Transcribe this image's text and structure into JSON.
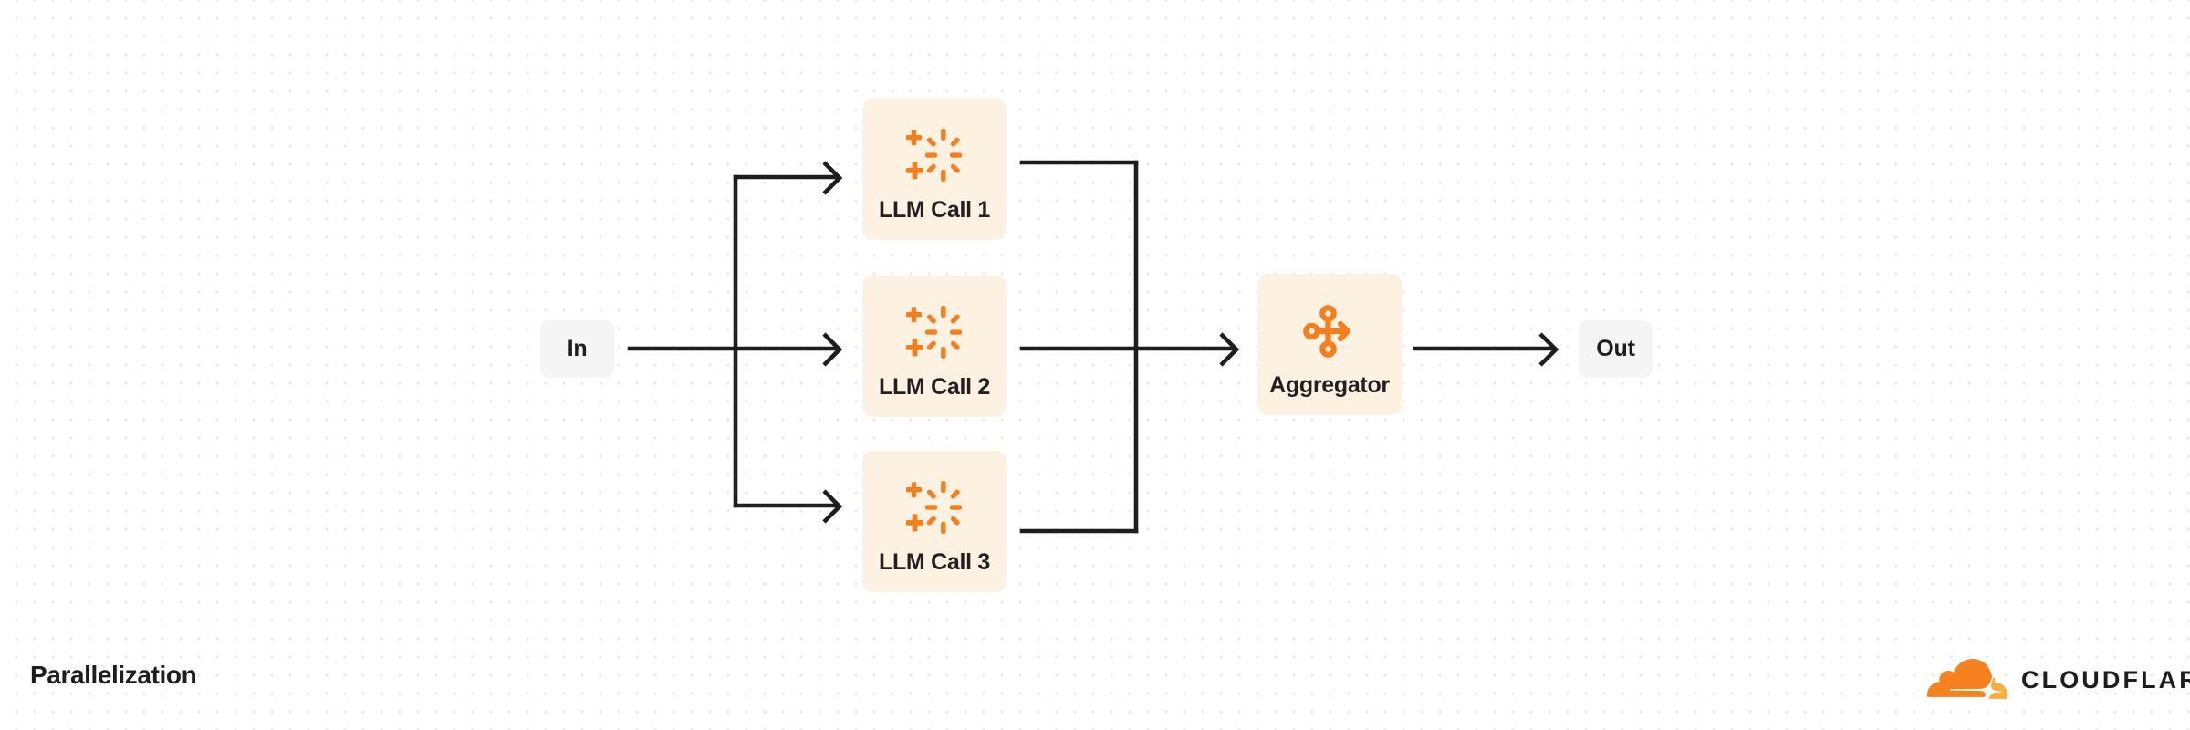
{
  "diagram": {
    "title": "Parallelization",
    "background": "#ffffff",
    "grid_dot_color": "#e9e9ea",
    "accent_color": "#f38020",
    "card_fill": "#fdf1e2",
    "io_fill": "#f5f5f6",
    "wire_color": "#1d1d1f"
  },
  "nodes": {
    "input": {
      "label": "In",
      "icon": "none"
    },
    "llm_calls": [
      {
        "label": "LLM Call 1",
        "icon": "ai-sparkle-icon"
      },
      {
        "label": "LLM Call 2",
        "icon": "ai-sparkle-icon"
      },
      {
        "label": "LLM Call 3",
        "icon": "ai-sparkle-icon"
      }
    ],
    "aggregator": {
      "label": "Aggregator",
      "icon": "merge-arrow-icon"
    },
    "output": {
      "label": "Out",
      "icon": "none"
    }
  },
  "edges": [
    {
      "from": "In",
      "to": "LLM Call 1",
      "style": "orthogonal-arrow"
    },
    {
      "from": "In",
      "to": "LLM Call 2",
      "style": "straight-arrow"
    },
    {
      "from": "In",
      "to": "LLM Call 3",
      "style": "orthogonal-arrow"
    },
    {
      "from": "LLM Call 1",
      "to": "Aggregator",
      "style": "orthogonal-merge"
    },
    {
      "from": "LLM Call 2",
      "to": "Aggregator",
      "style": "straight-arrow"
    },
    {
      "from": "LLM Call 3",
      "to": "Aggregator",
      "style": "orthogonal-merge"
    },
    {
      "from": "Aggregator",
      "to": "Out",
      "style": "straight-arrow"
    }
  ],
  "brand": {
    "wordmark": "CLOUDFLARE",
    "logo_icon": "cloudflare-cloud-icon",
    "logo_color_primary": "#f6821f",
    "logo_color_secondary": "#fbad41"
  }
}
